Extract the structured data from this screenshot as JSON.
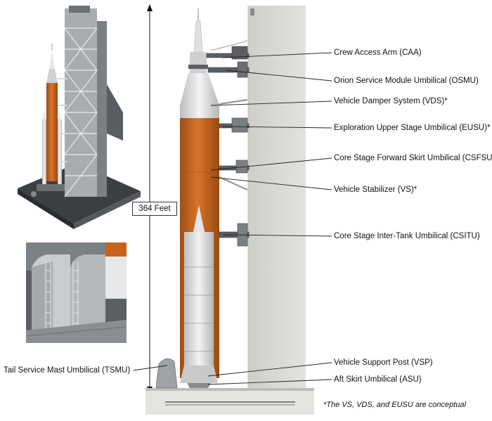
{
  "height_label": "364 Feet",
  "labels": {
    "caa": "Crew Access Arm (CAA)",
    "osmu": "Orion Service Module Umbilical (OSMU)",
    "vds": "Vehicle Damper System (VDS)*",
    "eusu": "Exploration Upper Stage Umbilical (EUSU)*",
    "csfsu": "Core Stage Forward Skirt Umbilical (CSFSU)",
    "vs": "Vehicle Stabilizer (VS)*",
    "csitu": "Core Stage Inter-Tank Umbilical (CSITU)",
    "tsmu": "Tail Service Mast Umbilical (TSMU)",
    "vsp": "Vehicle Support Post (VSP)",
    "asu": "Aft Skirt Umbilical (ASU)"
  },
  "footnote": "*The VS, VDS, and EUSU are conceptual",
  "colors": {
    "core_orange": "#c8631e",
    "core_orange_dark": "#a04d12",
    "booster_white": "#ececec",
    "tower_gray": "#dcdcd8",
    "structure_dark": "#4a4e52"
  }
}
